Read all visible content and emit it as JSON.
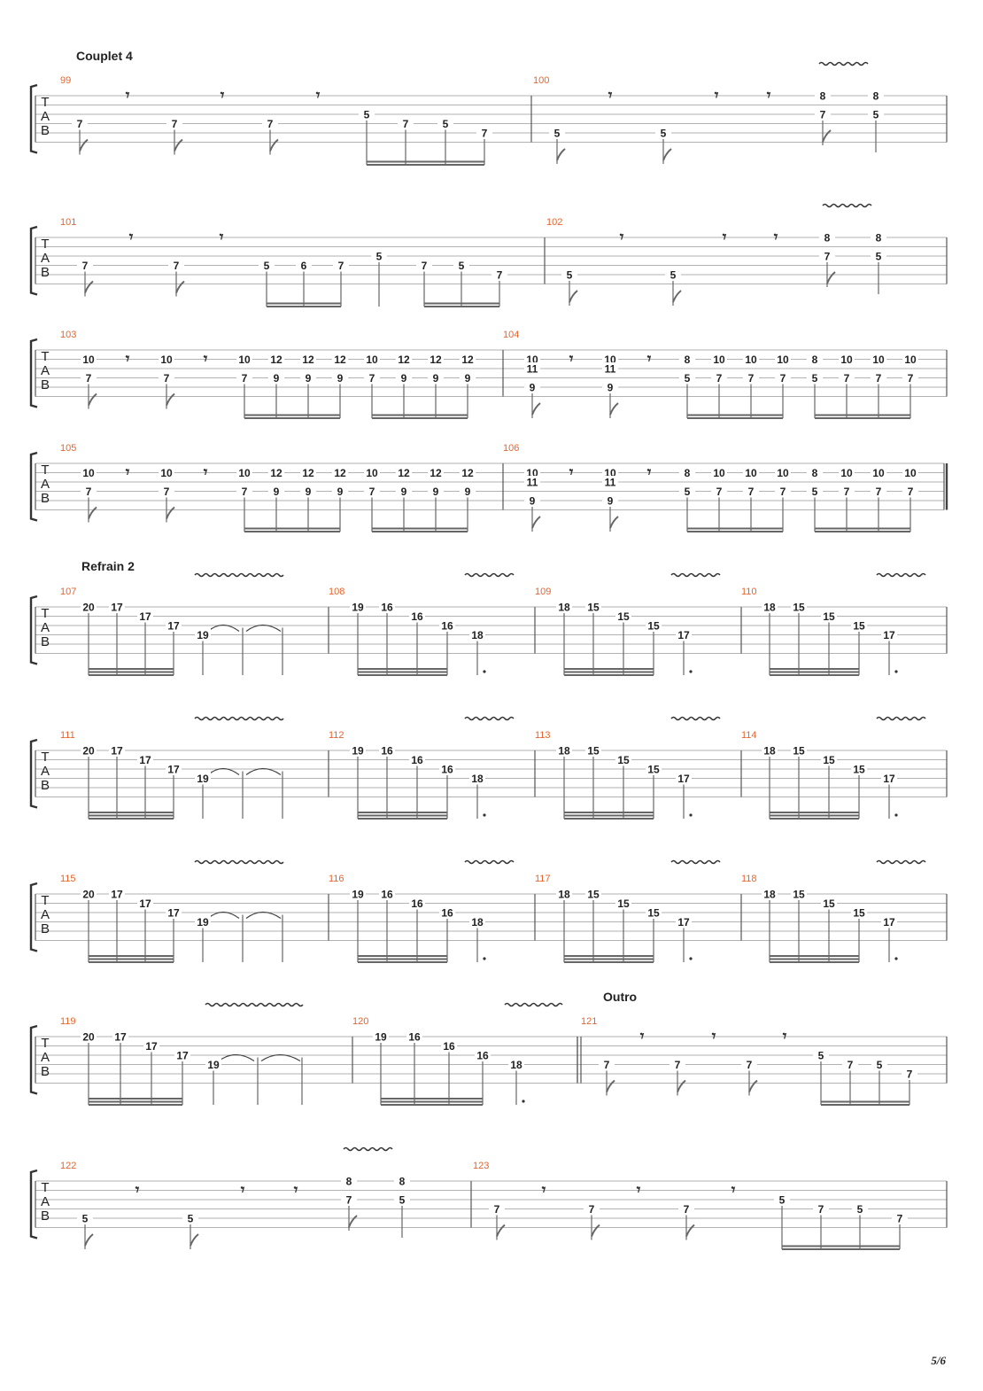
{
  "page_number": "5/6",
  "section_labels": [
    "Couplet 4",
    "Refrain 2",
    "Outro"
  ],
  "systems": [
    {
      "section": "Couplet 4",
      "measures": [
        {
          "number": "99",
          "notes": [
            [
              "7"
            ],
            [
              "7"
            ],
            [
              "7"
            ],
            [
              "5",
              "7",
              "5",
              "7"
            ]
          ]
        },
        {
          "number": "100",
          "notes": [
            [
              "5"
            ],
            [
              "5"
            ],
            [
              "8",
              "7"
            ],
            [
              "8",
              "5"
            ]
          ]
        }
      ]
    },
    {
      "section": "",
      "measures": [
        {
          "number": "101",
          "notes": [
            [
              "7"
            ],
            [
              "7"
            ],
            [
              "5",
              "6",
              "7"
            ],
            [
              "5"
            ],
            [
              "7",
              "5",
              "7"
            ]
          ]
        },
        {
          "number": "102",
          "notes": [
            [
              "5"
            ],
            [
              "5"
            ],
            [
              "8",
              "7"
            ],
            [
              "8",
              "5"
            ]
          ]
        }
      ]
    },
    {
      "section": "",
      "measures": [
        {
          "number": "103",
          "notes": [
            [
              "10",
              "7"
            ],
            [
              "10",
              "7"
            ],
            [
              "10",
              "7",
              "12",
              "9",
              "12",
              "9",
              "12",
              "9"
            ],
            [
              "10",
              "7",
              "12",
              "9",
              "12",
              "9",
              "12",
              "9"
            ]
          ]
        },
        {
          "number": "104",
          "notes": [
            [
              "10",
              "11",
              "9"
            ],
            [
              "10",
              "11",
              "9"
            ],
            [
              "8",
              "5",
              "10",
              "7",
              "10",
              "7",
              "10",
              "7"
            ],
            [
              "8",
              "5",
              "10",
              "7",
              "10",
              "7",
              "10",
              "7"
            ]
          ]
        }
      ]
    },
    {
      "section": "",
      "measures": [
        {
          "number": "105",
          "notes": [
            [
              "10",
              "7"
            ],
            [
              "10",
              "7"
            ],
            [
              "10",
              "7",
              "12",
              "9",
              "12",
              "9",
              "12",
              "9"
            ],
            [
              "10",
              "7",
              "12",
              "9",
              "12",
              "9",
              "12",
              "9"
            ]
          ]
        },
        {
          "number": "106",
          "notes": [
            [
              "10",
              "11",
              "9"
            ],
            [
              "10",
              "11",
              "9"
            ],
            [
              "8",
              "5",
              "10",
              "7",
              "10",
              "7",
              "10",
              "7"
            ],
            [
              "8",
              "5",
              "10",
              "7",
              "10",
              "7",
              "10",
              "7"
            ]
          ]
        }
      ]
    },
    {
      "section": "Refrain 2",
      "measures": [
        {
          "number": "107",
          "notes": [
            "20",
            "17",
            "17",
            "17",
            "19"
          ]
        },
        {
          "number": "108",
          "notes": [
            "19",
            "16",
            "16",
            "16",
            "18"
          ]
        },
        {
          "number": "109",
          "notes": [
            "18",
            "15",
            "15",
            "15",
            "17"
          ]
        },
        {
          "number": "110",
          "notes": [
            "18",
            "15",
            "15",
            "15",
            "17"
          ]
        }
      ]
    },
    {
      "section": "",
      "measures": [
        {
          "number": "111",
          "notes": [
            "20",
            "17",
            "17",
            "17",
            "19"
          ]
        },
        {
          "number": "112",
          "notes": [
            "19",
            "16",
            "16",
            "16",
            "18"
          ]
        },
        {
          "number": "113",
          "notes": [
            "18",
            "15",
            "15",
            "15",
            "17"
          ]
        },
        {
          "number": "114",
          "notes": [
            "18",
            "15",
            "15",
            "15",
            "17"
          ]
        }
      ]
    },
    {
      "section": "",
      "measures": [
        {
          "number": "115",
          "notes": [
            "20",
            "17",
            "17",
            "17",
            "19"
          ]
        },
        {
          "number": "116",
          "notes": [
            "19",
            "16",
            "16",
            "16",
            "18"
          ]
        },
        {
          "number": "117",
          "notes": [
            "18",
            "15",
            "15",
            "15",
            "17"
          ]
        },
        {
          "number": "118",
          "notes": [
            "18",
            "15",
            "15",
            "15",
            "17"
          ]
        }
      ]
    },
    {
      "section": "Outro",
      "measures": [
        {
          "number": "119",
          "notes": [
            "20",
            "17",
            "17",
            "17",
            "19"
          ]
        },
        {
          "number": "120",
          "notes": [
            "19",
            "16",
            "16",
            "16",
            "18"
          ]
        },
        {
          "number": "121",
          "notes": [
            "7",
            "7",
            "7",
            "5",
            "7",
            "5",
            "7"
          ]
        }
      ]
    },
    {
      "section": "",
      "measures": [
        {
          "number": "122",
          "notes": [
            "5",
            "5",
            "8",
            "7",
            "8",
            "5"
          ]
        },
        {
          "number": "123",
          "notes": [
            "7",
            "7",
            "7",
            "5",
            "7",
            "5",
            "7"
          ]
        }
      ]
    }
  ]
}
